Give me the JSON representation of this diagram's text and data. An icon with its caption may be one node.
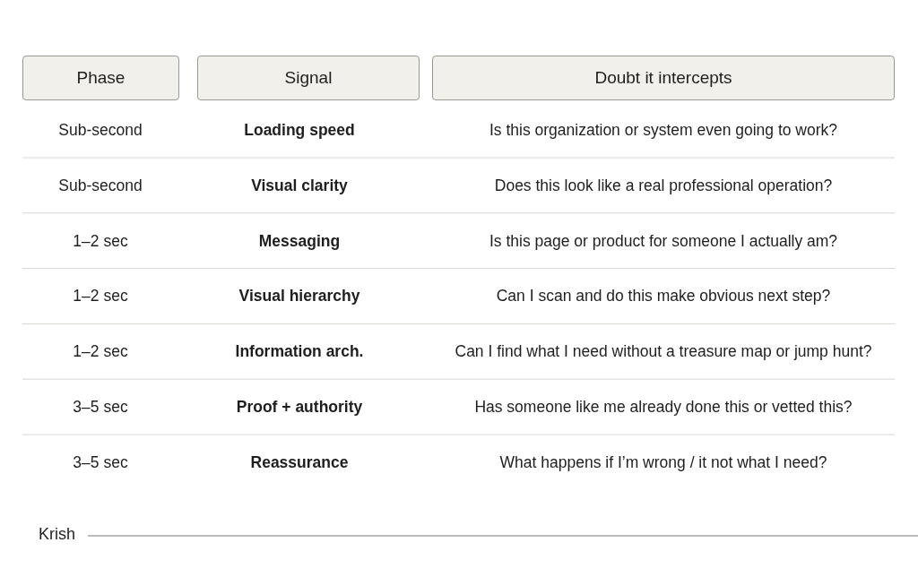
{
  "diagram": {
    "nodes": [
      {
        "text": [
          "Phase"
        ]
      },
      {
        "text": [
          "Signal"
        ]
      },
      {
        "text": [
          "Doubt it intercepts"
        ]
      }
    ],
    "labels": [
      "Sub-second",
      "Loading speed",
      "Is this organization or system even going to work?",
      "Sub-second",
      "Visual clarity",
      "Does this look like a real professional operation?",
      "1–2 sec",
      "Messaging",
      "Is this page or product for someone I actually am?",
      "1–2 sec",
      "Visual hierarchy",
      "Can I scan and do this make obvious next step?",
      "1–2 sec",
      "Information arch.",
      "Can I find what I need without a treasure map or jump hunt?",
      "3–5 sec",
      "Proof + authority",
      "Has someone like me already done this or vetted this?",
      "3–5 sec",
      "Reassurance",
      "What happens if I’m wrong / it not what I need?",
      "Krish"
    ]
  }
}
